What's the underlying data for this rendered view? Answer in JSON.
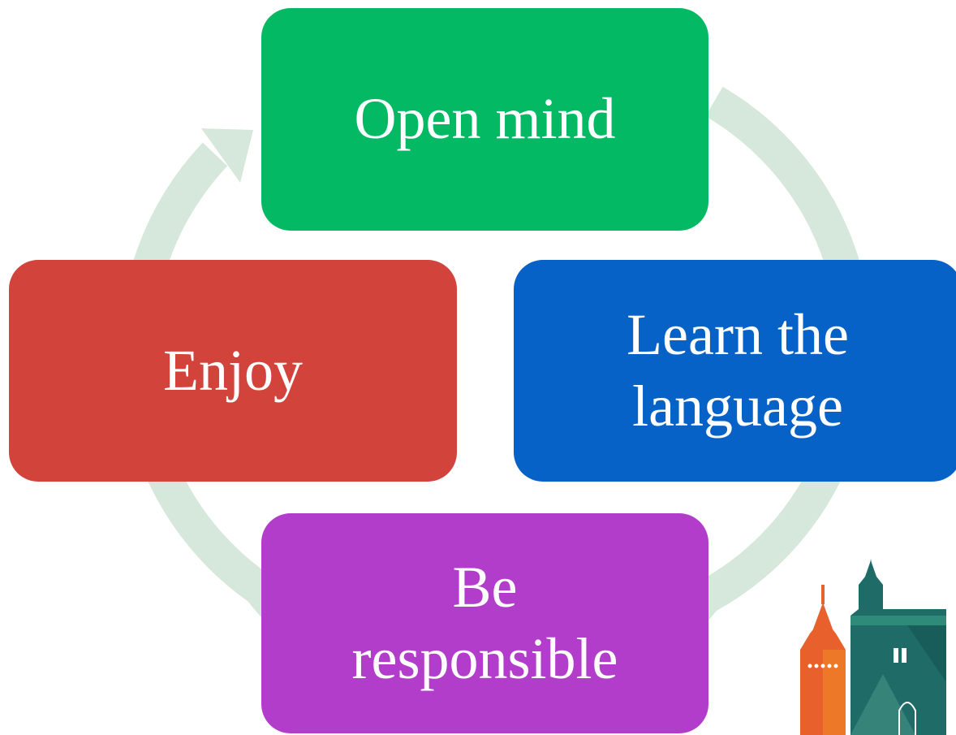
{
  "diagram": {
    "type": "cycle",
    "arrow_color": "#d6e8dc",
    "nodes": [
      {
        "id": "open-mind",
        "label": "Open mind",
        "color": "#03b964"
      },
      {
        "id": "learn-the-language",
        "label": "Learn the language",
        "color": "#0762c8"
      },
      {
        "id": "be-responsible",
        "label": "Be responsible",
        "color": "#b33dcb"
      },
      {
        "id": "enjoy",
        "label": "Enjoy",
        "color": "#d1433b"
      }
    ]
  },
  "decoration": {
    "icon": "city-towers-illustration-icon",
    "colors": [
      "#e8612c",
      "#f5a623",
      "#1f6b67",
      "#2e8b7a"
    ]
  }
}
